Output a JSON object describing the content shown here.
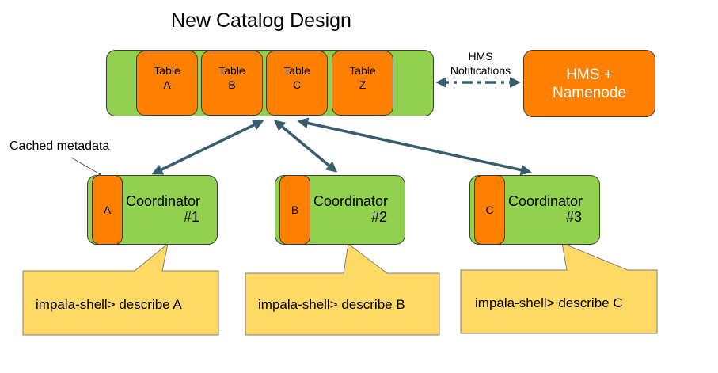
{
  "title": "New Catalog Design",
  "catalog": {
    "tables": [
      {
        "line1": "Table",
        "line2": "A"
      },
      {
        "line1": "Table",
        "line2": "B"
      },
      {
        "line1": "Table",
        "line2": "C"
      },
      {
        "line1": "Table",
        "line2": "Z"
      }
    ]
  },
  "hms_notifications": {
    "line1": "HMS",
    "line2": "Notifications"
  },
  "hms_box": {
    "line1": "HMS +",
    "line2": "Namenode"
  },
  "cached_metadata_label": "Cached metadata",
  "coordinators": [
    {
      "cache": "A",
      "label": "Coordinator",
      "number": "#1"
    },
    {
      "cache": "B",
      "label": "Coordinator",
      "number": "#2"
    },
    {
      "cache": "C",
      "label": "Coordinator",
      "number": "#3"
    }
  ],
  "callouts": [
    {
      "text": "impala-shell> describe A"
    },
    {
      "text": "impala-shell> describe B"
    },
    {
      "text": "impala-shell> describe C"
    }
  ],
  "colors": {
    "green": "#92d050",
    "orange": "#ff8000",
    "callout": "#ffd966",
    "arrow": "#385d6f"
  }
}
